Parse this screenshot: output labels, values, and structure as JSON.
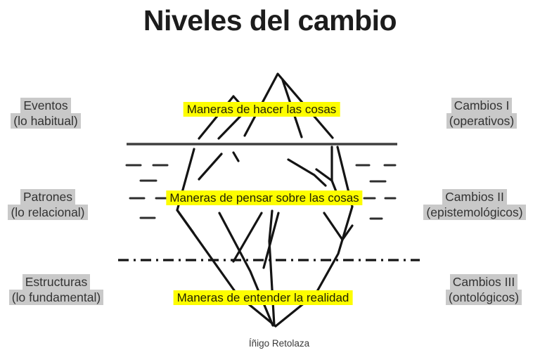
{
  "title": "Niveles del cambio",
  "attribution": "Íñigo Retolaza",
  "colors": {
    "background": "#ffffff",
    "title_text": "#1c1c1c",
    "label_text": "#333333",
    "highlight_gray": "#c9c9c9",
    "highlight_yellow": "#fdfd00",
    "yellow_label_text": "#1f1f03",
    "iceberg_stroke": "#141414",
    "waterline": "#3f3f3f",
    "water_dash": "#2e2e2e"
  },
  "levels": [
    {
      "left": {
        "line1": "Eventos",
        "line2": "(lo habitual)"
      },
      "center": "Maneras de hacer las cosas",
      "right": {
        "line1": "Cambios I",
        "line2": "(operativos)"
      }
    },
    {
      "left": {
        "line1": "Patrones",
        "line2": "(lo relacional)"
      },
      "center": "Maneras de pensar sobre las cosas",
      "right": {
        "line1": "Cambios II",
        "line2": "(epistemológicos)"
      }
    },
    {
      "left": {
        "line1": "Estructuras",
        "line2": "(lo fundamental)"
      },
      "center": "Maneras de entender la realidad",
      "right": {
        "line1": "Cambios III",
        "line2": "(ontológicos)"
      }
    }
  ]
}
